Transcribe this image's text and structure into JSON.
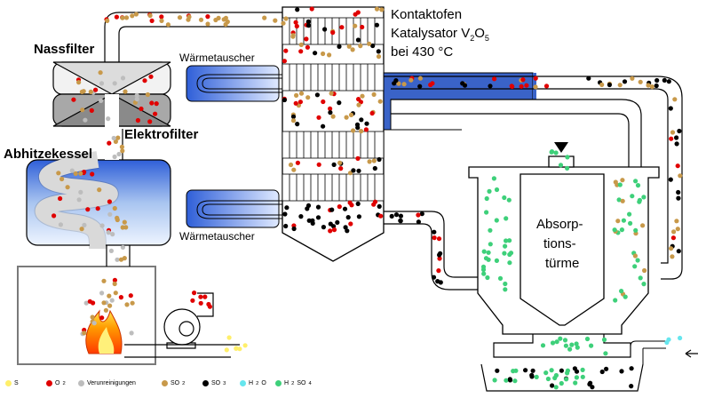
{
  "labels": {
    "nassfilter": "Nassfilter",
    "elektrofilter": "Elektrofilter",
    "abhitzekessel": "Abhitzekessel",
    "waermetauscher_top": "Wärmetauscher",
    "waermetauscher_bottom": "Wärmetauscher",
    "kontaktofen_1": "Kontaktofen",
    "kontaktofen_2_prefix": "Katalysator V",
    "kontaktofen_2_sub1": "2",
    "kontaktofen_2_mid": "O",
    "kontaktofen_2_sub2": "5",
    "kontaktofen_3": "bei 430 °C",
    "absorp_1": "Absorp-",
    "absorp_2": "tions-",
    "absorp_3": "türme"
  },
  "legend": [
    {
      "label": "S",
      "sub": "",
      "color": "#ffef6a"
    },
    {
      "label": "O",
      "sub": "2",
      "color": "#e00000"
    },
    {
      "label": "Verunreinigungen",
      "sub": "",
      "color": "#bdbdbd"
    },
    {
      "label": "SO",
      "sub": "2",
      "color": "#c8994a"
    },
    {
      "label": "SO",
      "sub": "3",
      "color": "#000000"
    },
    {
      "label": "H",
      "sub": "2",
      "tail": "O",
      "color": "#66e6ee"
    },
    {
      "label": "H",
      "sub": "2",
      "tail": "SO",
      "sub2": "4",
      "color": "#3ed07a"
    }
  ],
  "colors": {
    "S": "#ffef6a",
    "O2": "#e00000",
    "impurity": "#bdbdbd",
    "SO2": "#c8994a",
    "SO3": "#000000",
    "H2O": "#66e6ee",
    "H2SO4": "#3ed07a",
    "exchanger_blue": "#3a63c8"
  }
}
